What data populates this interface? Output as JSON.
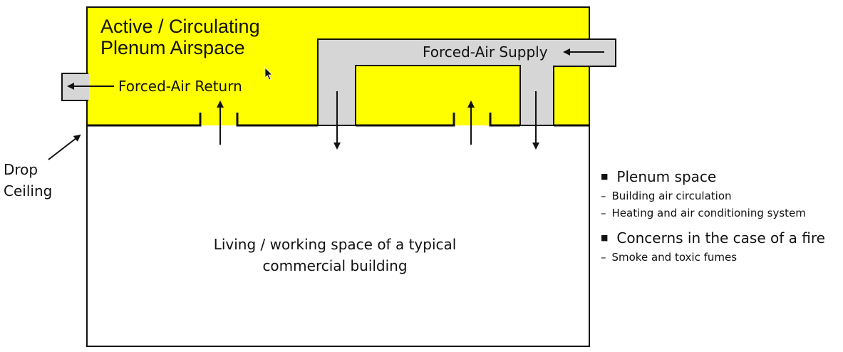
{
  "diagram": {
    "plenum_title_line1": "Active / Circulating",
    "plenum_title_line2": "Plenum Airspace",
    "return_label": "Forced-Air Return",
    "supply_label": "Forced-Air Supply",
    "ceiling_label_line1": "Drop",
    "ceiling_label_line2": "Ceiling",
    "living_label_line1": "Living / working space of a typical",
    "living_label_line2": "commercial building",
    "colors": {
      "plenum": "#ffff00",
      "duct": "#d6d6d6",
      "line": "#111111"
    }
  },
  "notes": [
    {
      "heading": "Plenum space",
      "items": [
        "Building air circulation",
        "Heating and air conditioning system"
      ]
    },
    {
      "heading": "Concerns in the case of a fire",
      "items": [
        "Smoke and toxic fumes"
      ]
    }
  ]
}
